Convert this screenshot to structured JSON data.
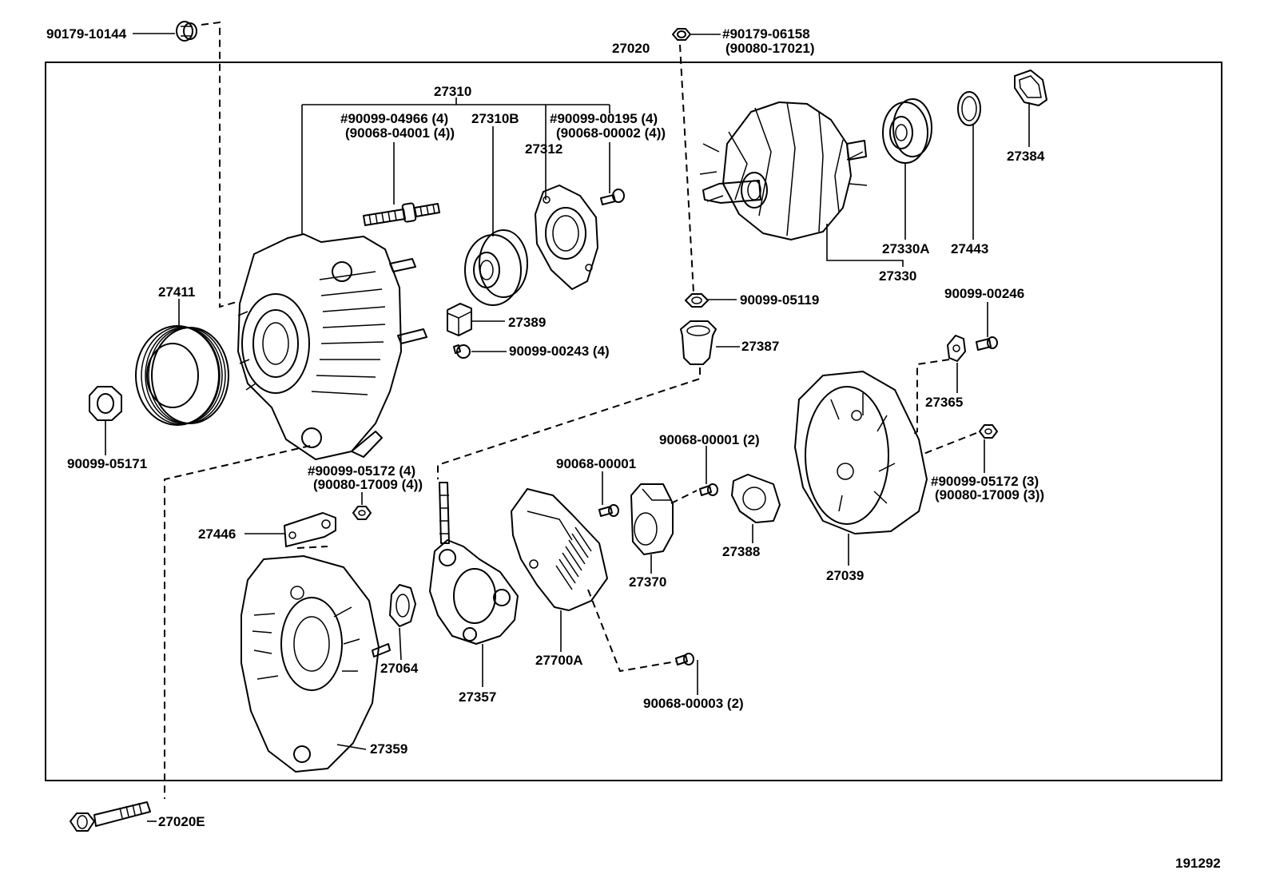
{
  "diagram": {
    "drawing_number": "191292",
    "assembly": "27020",
    "callouts": {
      "c_90179_10144": "90179-10144",
      "c_27020": "27020",
      "c_90179_06158": "#90179-06158",
      "c_90080_17021": "(90080-17021)",
      "c_27310": "27310",
      "c_90099_04966": "#90099-04966 (4)",
      "c_90068_04001": "(90068-04001 (4))",
      "c_27310b": "27310B",
      "c_90099_00195": "#90099-00195 (4)",
      "c_90068_00002": "(90068-00002 (4))",
      "c_27312": "27312",
      "c_27384": "27384",
      "c_27330a": "27330A",
      "c_27443": "27443",
      "c_27330": "27330",
      "c_27411": "27411",
      "c_27389": "27389",
      "c_90099_05119": "90099-05119",
      "c_90099_00246": "90099-00246",
      "c_90099_00243": "90099-00243 (4)",
      "c_27387": "27387",
      "c_27365": "27365",
      "c_90099_05171": "90099-05171",
      "c_90068_00001_2": "90068-00001 (2)",
      "c_90068_00001": "90068-00001",
      "c_90099_05172_4": "#90099-05172 (4)",
      "c_90080_17009_4": "(90080-17009 (4))",
      "c_90099_05172_3": "#90099-05172 (3)",
      "c_90080_17009_3": "(90080-17009 (3))",
      "c_27446": "27446",
      "c_27388": "27388",
      "c_27370": "27370",
      "c_27039": "27039",
      "c_27064": "27064",
      "c_27700a": "27700A",
      "c_27357": "27357",
      "c_90068_00003": "90068-00003 (2)",
      "c_27359": "27359",
      "c_27020e": "27020E"
    }
  }
}
